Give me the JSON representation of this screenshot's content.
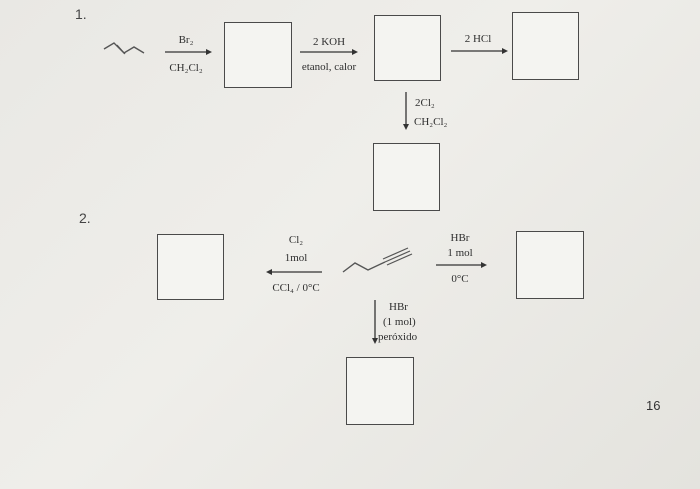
{
  "problem1": {
    "number": "1.",
    "step1": {
      "above": "Br₂",
      "below": "CH₂Cl₂"
    },
    "step2": {
      "above": "2 KOH",
      "below": "etanol, calor"
    },
    "step3": {
      "above": "2 HCl"
    },
    "step4": {
      "line1": "2Cl₂",
      "line2": "CH₂Cl₂"
    }
  },
  "problem2": {
    "number": "2.",
    "left": {
      "line1": "Cl₂",
      "line2": "1mol",
      "below": "CCl₄ / 0°C"
    },
    "right": {
      "line1": "HBr",
      "line2": "1 mol",
      "below": "0°C"
    },
    "down": {
      "line1": "HBr",
      "line2": "(1 mol)",
      "line3": "peróxido"
    }
  },
  "page_number": "16"
}
